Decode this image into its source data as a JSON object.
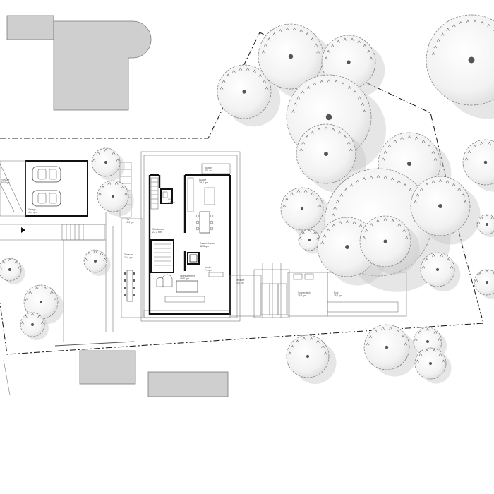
{
  "labels": {
    "garage": "Garage",
    "garage_area": "46,4 qm",
    "vorplatz": "Vorplatz",
    "vorplatz_area": "80,5 qm",
    "button": "Button",
    "button_area": "8,1 qm",
    "kueche": "Küche",
    "kueche_area": "28,6 qm",
    "wc": "WC",
    "wc_area": "4,8 qm",
    "flur": "Flur",
    "flur_area": "10,6 qm",
    "garderobe": "Garderobe",
    "garderobe_area": "27,3 qm",
    "essen": "Essenzimmer",
    "essen_area": "32,3 qm",
    "terrasse_west": "Terrasse",
    "terrasse_west_area": "25,8 qm",
    "kamin": "Kamin",
    "kamin_area": "7,6 qm",
    "wohnen": "Wohnzimmer",
    "wohnen_area": "46,6 qm",
    "terrasse_east": "Terrasse",
    "terrasse_east_area": "19,0 qm",
    "spa": "Sonnendeck",
    "spa_area": "26,3 qm",
    "pool": "Pool",
    "pool_area": "28,7 qm"
  },
  "colors": {
    "building": "#cfcfcf",
    "walls": "#111111",
    "tree_canopy": "#f4f4f4",
    "tree_shadow": "#c8c8c8",
    "tree_trunk": "#555555"
  }
}
